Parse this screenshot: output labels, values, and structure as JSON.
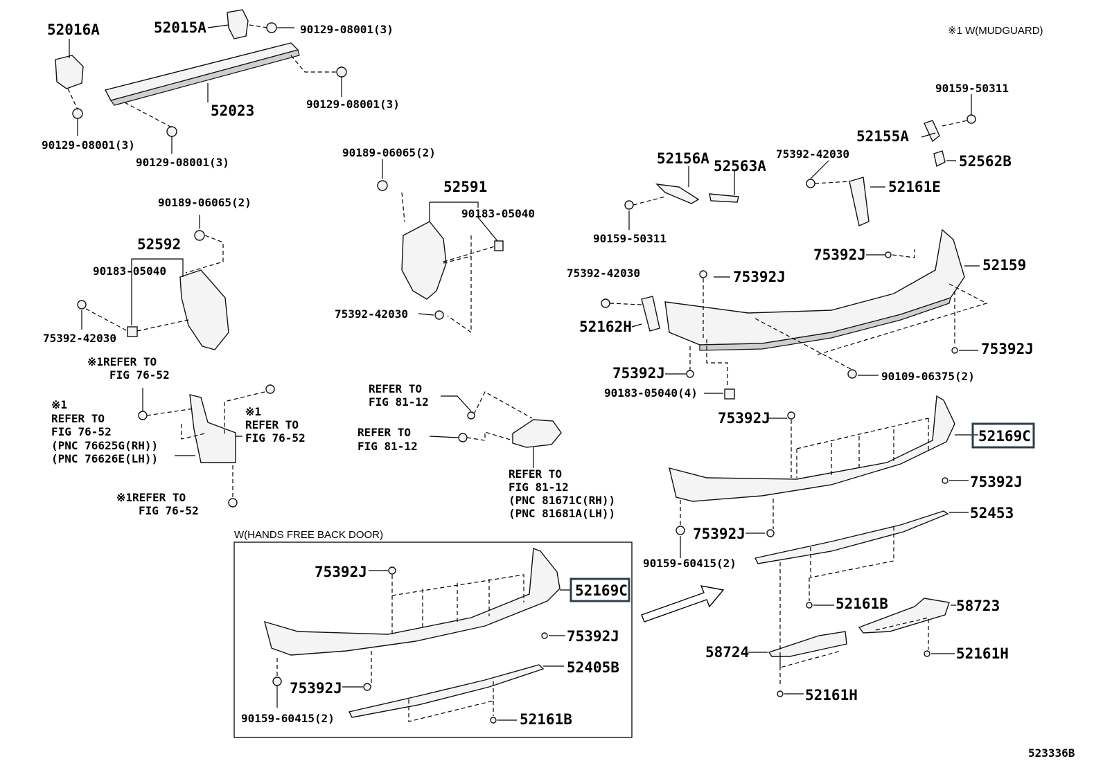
{
  "note_top_right": "※1  W(MUDGUARD)",
  "diagram_id": "523336B",
  "inset_title": "W(HANDS FREE BACK DOOR)",
  "labels": {
    "p52016A": "52016A",
    "p52015A": "52015A",
    "p90129_a": "90129-08001(3)",
    "p90129_b": "90129-08001(3)",
    "p90129_c": "90129-08001(3)",
    "p90129_d": "90129-08001(3)",
    "p52023": "52023",
    "p90189_a": "90189-06065(2)",
    "p90189_b": "90189-06065(2)",
    "p52591": "52591",
    "p90183_a": "90183-05040",
    "p90183_b": "90183-05040",
    "p52592": "52592",
    "p75392_42030_a": "75392-42030",
    "p75392_42030_b": "75392-42030",
    "p75392_42030_c": "75392-42030",
    "p75392_42030_d": "75392-42030",
    "p90159_50311_a": "90159-50311",
    "p90159_50311_b": "90159-50311",
    "p52155A": "52155A",
    "p52562B": "52562B",
    "p52156A": "52156A",
    "p52563A": "52563A",
    "p52161E": "52161E",
    "p75392J_1": "75392J",
    "p52159": "52159",
    "p75392J_2": "75392J",
    "p52162H": "52162H",
    "p75392J_3": "75392J",
    "p75392J_4": "75392J",
    "p90109": "90109-06375(2)",
    "p90183_4": "90183-05040(4)",
    "p75392J_5": "75392J",
    "p52169C_main": "52169C",
    "p75392J_6": "75392J",
    "p52453": "52453",
    "p75392J_7": "75392J",
    "p90159_60415_a": "90159-60415(2)",
    "p52161B_a": "52161B",
    "p58723": "58723",
    "p58724": "58724",
    "p52161H_a": "52161H",
    "p52161H_b": "52161H",
    "p75392J_i1": "75392J",
    "p52169C_inset": "52169C",
    "p75392J_i2": "75392J",
    "p52405B": "52405B",
    "p75392J_i3": "75392J",
    "p90159_60415_b": "90159-60415(2)",
    "p52161B_b": "52161B"
  },
  "refer_notes": {
    "r1_l1": "※1REFER TO",
    "r1_l2": "FIG 76-52",
    "r2_l1": "※1",
    "r2_l2": "REFER TO",
    "r2_l3": "FIG 76-52",
    "r2_l4": "(PNC 76625G(RH))",
    "r2_l5": "(PNC 76626E(LH))",
    "r3_l1": "※1",
    "r3_l2": "REFER TO",
    "r3_l3": "FIG 76-52",
    "r4_l1": "※1REFER TO",
    "r4_l2": "FIG 76-52",
    "r5_l1": "REFER TO",
    "r5_l2": "FIG 81-12",
    "r6_l1": "REFER TO",
    "r6_l2": "FIG 81-12",
    "r7_l1": "REFER TO",
    "r7_l2": "FIG 81-12",
    "r7_l3": "(PNC 81671C(RH))",
    "r7_l4": "(PNC 81681A(LH))"
  }
}
